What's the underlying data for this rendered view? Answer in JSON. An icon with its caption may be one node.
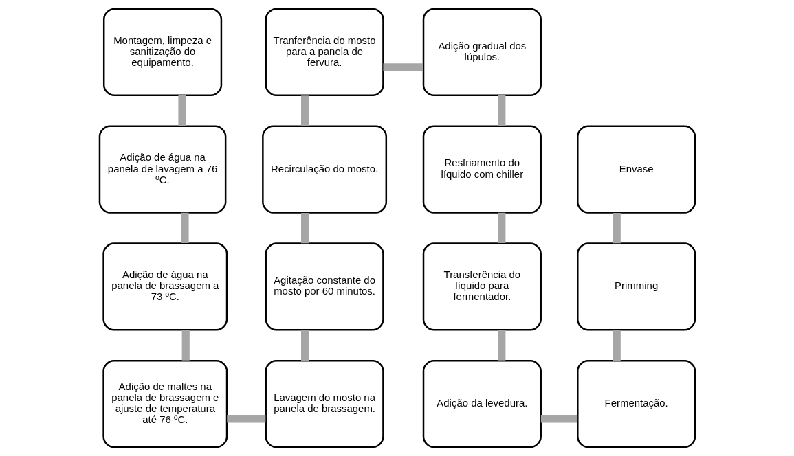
{
  "diagram": {
    "nodes": [
      {
        "text": [
          "Montagem, limpeza e sanitização do equipamento."
        ]
      },
      {
        "text": [
          "Adição de água na panela de lavagem a 76 ºC."
        ]
      },
      {
        "text": [
          "Adição de água na panela de brassagem a 73 ºC."
        ]
      },
      {
        "text": [
          "Adição de maltes na panela de brassagem e ajuste de temperatura até 76 ºC."
        ]
      },
      {
        "text": [
          "Lavagem do mosto na panela de brassagem."
        ]
      },
      {
        "text": [
          "Agitação constante do mosto por 60 minutos."
        ]
      },
      {
        "text": [
          "Recirculação do mosto."
        ]
      },
      {
        "text": [
          "Tranferência do mosto para a panela de fervura."
        ]
      },
      {
        "text": [
          "Adição gradual dos lúpulos."
        ]
      },
      {
        "text": [
          "Resfriamento do líquido com chiller"
        ]
      },
      {
        "text": [
          "Transferência do líquido para fermentador."
        ]
      },
      {
        "text": [
          "Adição da levedura."
        ]
      },
      {
        "text": [
          "Fermentação."
        ]
      },
      {
        "text": [
          "Primming"
        ]
      },
      {
        "text": [
          "Envase"
        ]
      }
    ],
    "edges": [
      {
        "from": 0,
        "to": 1,
        "arrow": "none"
      },
      {
        "from": 1,
        "to": 2,
        "arrow": "none"
      },
      {
        "from": 2,
        "to": 3,
        "arrow": "none"
      },
      {
        "from": 3,
        "to": 4,
        "arrow": "none"
      },
      {
        "from": 4,
        "to": 5,
        "arrow": "none"
      },
      {
        "from": 5,
        "to": 6,
        "arrow": "none"
      },
      {
        "from": 6,
        "to": 7,
        "arrow": "none"
      },
      {
        "from": 7,
        "to": 8,
        "arrow": "none"
      },
      {
        "from": 8,
        "to": 9,
        "arrow": "none"
      },
      {
        "from": 9,
        "to": 10,
        "arrow": "none"
      },
      {
        "from": 10,
        "to": 11,
        "arrow": "none"
      },
      {
        "from": 11,
        "to": 12,
        "arrow": "none"
      },
      {
        "from": 12,
        "to": 13,
        "arrow": "none"
      },
      {
        "from": 13,
        "to": 14,
        "arrow": "none"
      }
    ]
  }
}
